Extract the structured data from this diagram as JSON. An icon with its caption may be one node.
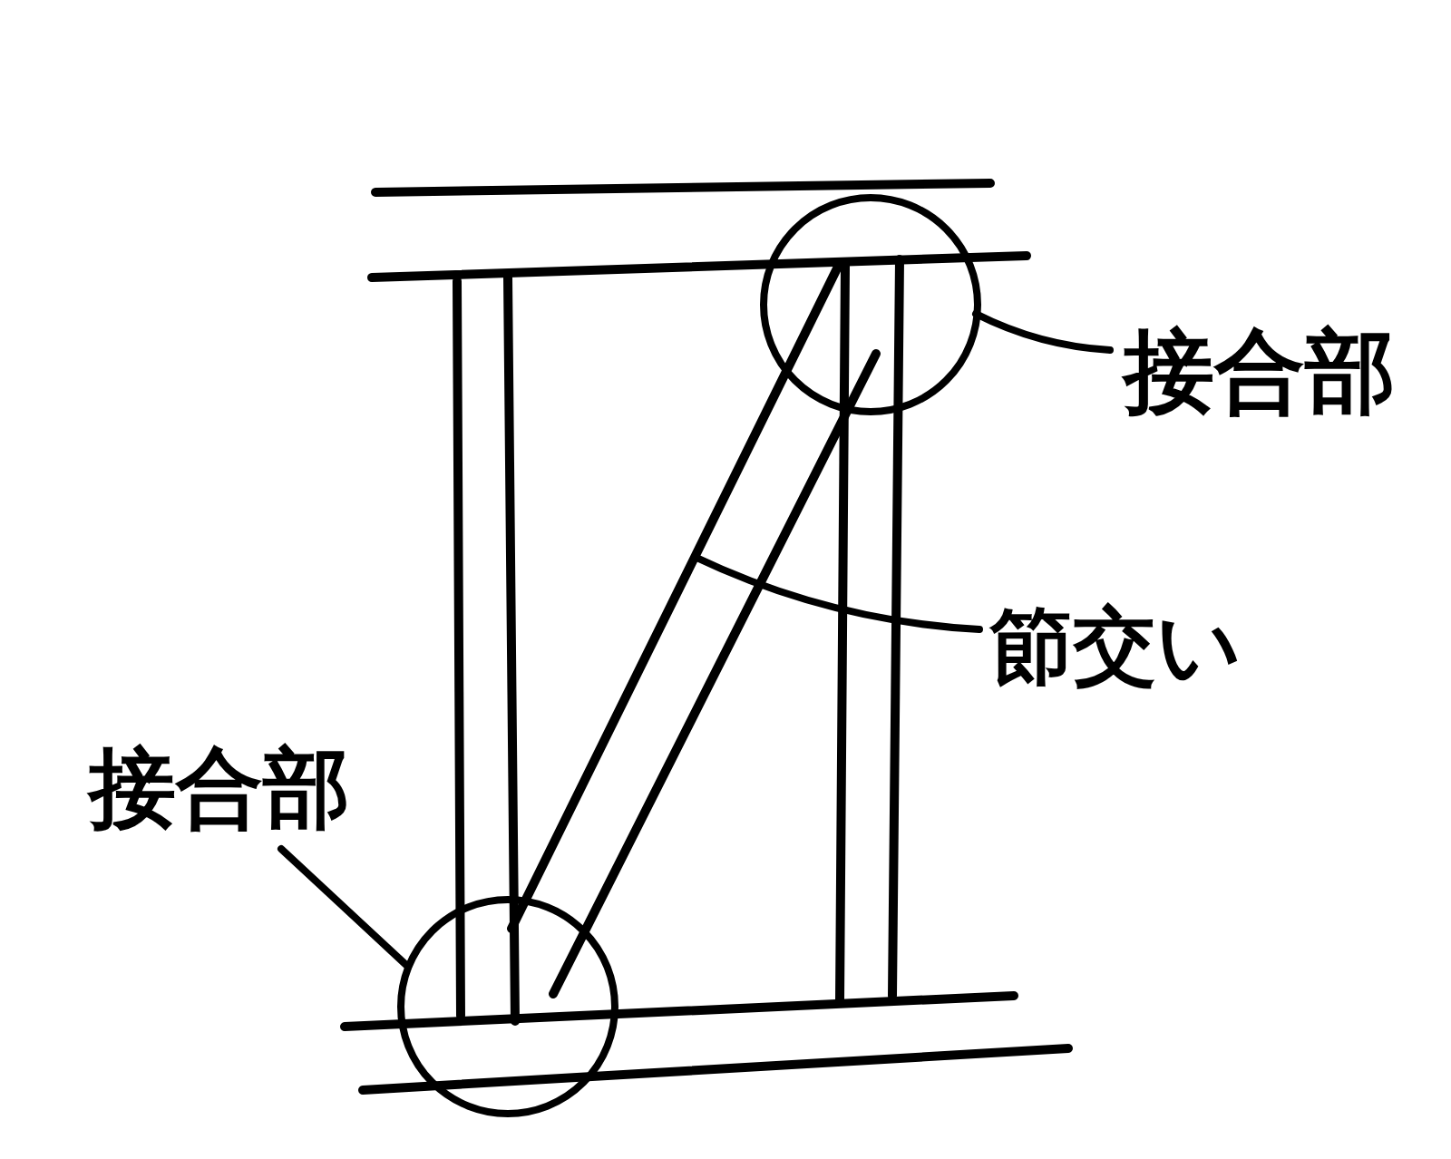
{
  "diagram": {
    "nodes": [
      {
        "text": [
          "接合部"
        ]
      },
      {
        "text": [],
        "shape": "circle"
      },
      {
        "text": [
          "節交い"
        ]
      },
      {
        "text": [],
        "shape": "bar"
      },
      {
        "text": [
          "接合部"
        ]
      },
      {
        "text": [],
        "shape": "circle"
      }
    ],
    "edges": [
      {
        "from": 0,
        "to": 1,
        "arrow": "none"
      },
      {
        "from": 2,
        "to": 3,
        "arrow": "none"
      },
      {
        "from": 4,
        "to": 5,
        "arrow": "none"
      }
    ]
  }
}
